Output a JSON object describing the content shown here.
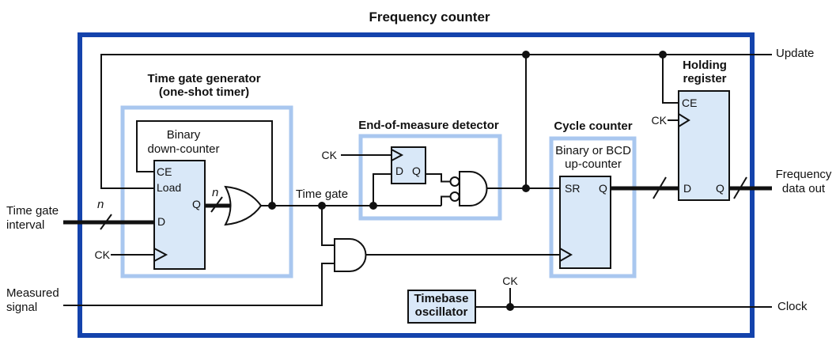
{
  "title": "Frequency counter",
  "colors": {
    "frame_blue": "#1443ac",
    "group_border_blue": "#a9c7ef",
    "block_fill_blue": "#d9e8f8",
    "wire_black": "#111111"
  },
  "blocks": {
    "time_gate_generator": {
      "label": [
        "Time gate generator",
        "(one-shot timer)"
      ]
    },
    "down_counter": {
      "label": [
        "Binary",
        "down-counter"
      ],
      "ports": {
        "ce": "CE",
        "load": "Load",
        "q": "Q",
        "d": "D"
      },
      "clock_label": "CK"
    },
    "end_of_measure_detector": {
      "label": "End-of-measure detector",
      "clock_label": "CK",
      "ports": {
        "d": "D",
        "q": "Q"
      }
    },
    "cycle_counter": {
      "label": "Cycle counter",
      "sublabel": [
        "Binary or BCD",
        "up-counter"
      ],
      "ports": {
        "sr": "SR",
        "q": "Q"
      }
    },
    "holding_register": {
      "label": [
        "Holding",
        "register"
      ],
      "clock_label": "CK",
      "ports": {
        "ce": "CE",
        "d": "D",
        "q": "Q"
      }
    },
    "timebase_oscillator": {
      "label": [
        "Timebase",
        "oscillator"
      ],
      "clock_label": "CK"
    }
  },
  "signals": {
    "time_gate_interval": [
      "Time gate",
      "interval"
    ],
    "measured_signal": [
      "Measured",
      "signal"
    ],
    "update": "Update",
    "frequency_data_out": [
      "Frequency",
      "data out"
    ],
    "clock": "Clock",
    "time_gate": "Time gate",
    "bus_width": "n"
  }
}
